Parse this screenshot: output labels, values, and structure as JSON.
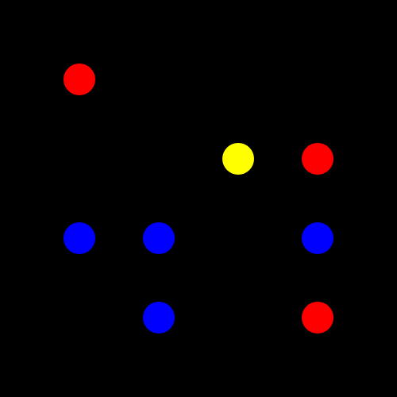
{
  "board": {
    "background": "#000000",
    "columns": 5,
    "rows": 5
  },
  "colors": {
    "red": "#ff0000",
    "blue": "#0000ff",
    "yellow": "#ffff00"
  },
  "pieces": [
    {
      "color": "red",
      "row": 1,
      "col": 1
    },
    {
      "color": "yellow",
      "row": 2,
      "col": 3
    },
    {
      "color": "red",
      "row": 2,
      "col": 4
    },
    {
      "color": "blue",
      "row": 3,
      "col": 1
    },
    {
      "color": "blue",
      "row": 3,
      "col": 2
    },
    {
      "color": "blue",
      "row": 3,
      "col": 4
    },
    {
      "color": "blue",
      "row": 4,
      "col": 2
    },
    {
      "color": "red",
      "row": 4,
      "col": 4
    }
  ]
}
